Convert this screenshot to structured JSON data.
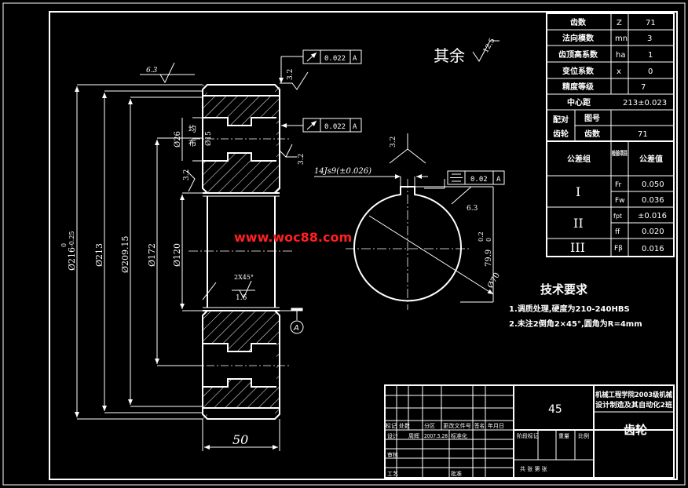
{
  "drawing": {
    "roughness_rest_label": "其余",
    "roughness_rest_value": "12.5",
    "watermark": "www.woc88.com",
    "hatch_color": "#ffffff",
    "watermark_color": "#ff0000"
  },
  "dimensions": {
    "width_50": "50",
    "dia_216": "Ø216",
    "dia_216_tol_up": "0",
    "dia_216_tol_low": "-0.25",
    "dia_213": "Ø213",
    "dia_209": "Ø209.15",
    "dia_172": "Ø172",
    "dia_120": "Ø120",
    "dia_26": "Ø26",
    "dia_15": "Ø15",
    "even_label_1": "均",
    "even_label_2": "布",
    "chamfer": "2X45°",
    "ra_63_top": "6.3",
    "ra_32_a": "3.2",
    "ra_32_b": "3.2",
    "ra_32_c": "3.2",
    "ra_16": "1.6",
    "ra_32_hub": "3.2",
    "ra_63_key": "6.3",
    "keyway_width": "14Js9(±0.026)",
    "hub_dia": "Ø70",
    "key_depth": "79.9",
    "key_depth_tol_up": "0.2",
    "key_depth_tol_low": "0"
  },
  "tolerances": {
    "runout_1_value": "0.022",
    "runout_1_datum": "A",
    "runout_2_value": "0.022",
    "runout_2_datum": "A",
    "symmetry_value": "0.02",
    "symmetry_datum": "A",
    "datum_label": "A"
  },
  "params_table": {
    "rows": [
      {
        "name": "齿数",
        "sym": "Z",
        "val": "71"
      },
      {
        "name": "法向模数",
        "sym": "mn",
        "val": "3"
      },
      {
        "name": "齿顶高系数",
        "sym": "ha",
        "val": "1"
      },
      {
        "name": "变位系数",
        "sym": "x",
        "val": "0"
      },
      {
        "name": "精度等级",
        "sym": "",
        "val": "7"
      },
      {
        "name": "中心距",
        "sym": "",
        "val": "213±0.023"
      }
    ],
    "pair_label": "配对",
    "pair_gear_label": "齿轮",
    "drawing_no_label": "图号",
    "teeth_label": "齿数",
    "pair_teeth_value": "71",
    "tol_group_header": "公差组",
    "check_item_header": "检验项目",
    "tol_value_header": "公差值",
    "groups": [
      {
        "group": "I",
        "items": [
          {
            "sym": "Fr",
            "val": "0.050"
          },
          {
            "sym": "Fw",
            "val": "0.036"
          }
        ]
      },
      {
        "group": "II",
        "items": [
          {
            "sym": "fpt",
            "val": "±0.016"
          },
          {
            "sym": "ff",
            "val": "0.020"
          }
        ]
      },
      {
        "group": "III",
        "items": [
          {
            "sym": "Fβ",
            "val": "0.016"
          }
        ]
      }
    ]
  },
  "tech_requirements": {
    "title": "技术要求",
    "items": [
      "1.调质处理,硬度为210-240HBS",
      "2.未注2倒角2×45°,圆角为R=4mm"
    ]
  },
  "title_block": {
    "material": "45",
    "school_line1": "机械工程学院2003级机械",
    "school_line2": "设计制造及其自动化2班",
    "part_name": "齿轮",
    "hdr_mark": "标记",
    "hdr_count": "处数",
    "hdr_zone": "分区",
    "hdr_doc": "更改文件号",
    "hdr_sign": "签名",
    "hdr_date": "年月日",
    "design_label": "设计",
    "designer": "周辉",
    "design_date": "2007.5.28",
    "std_label": "标准化",
    "review_label": "审核",
    "process_label": "工艺",
    "approve_label": "批准",
    "stage_label": "阶段标记",
    "weight_label": "重量",
    "scale_label": "比例",
    "sheets_label": "共 张 第 张"
  }
}
